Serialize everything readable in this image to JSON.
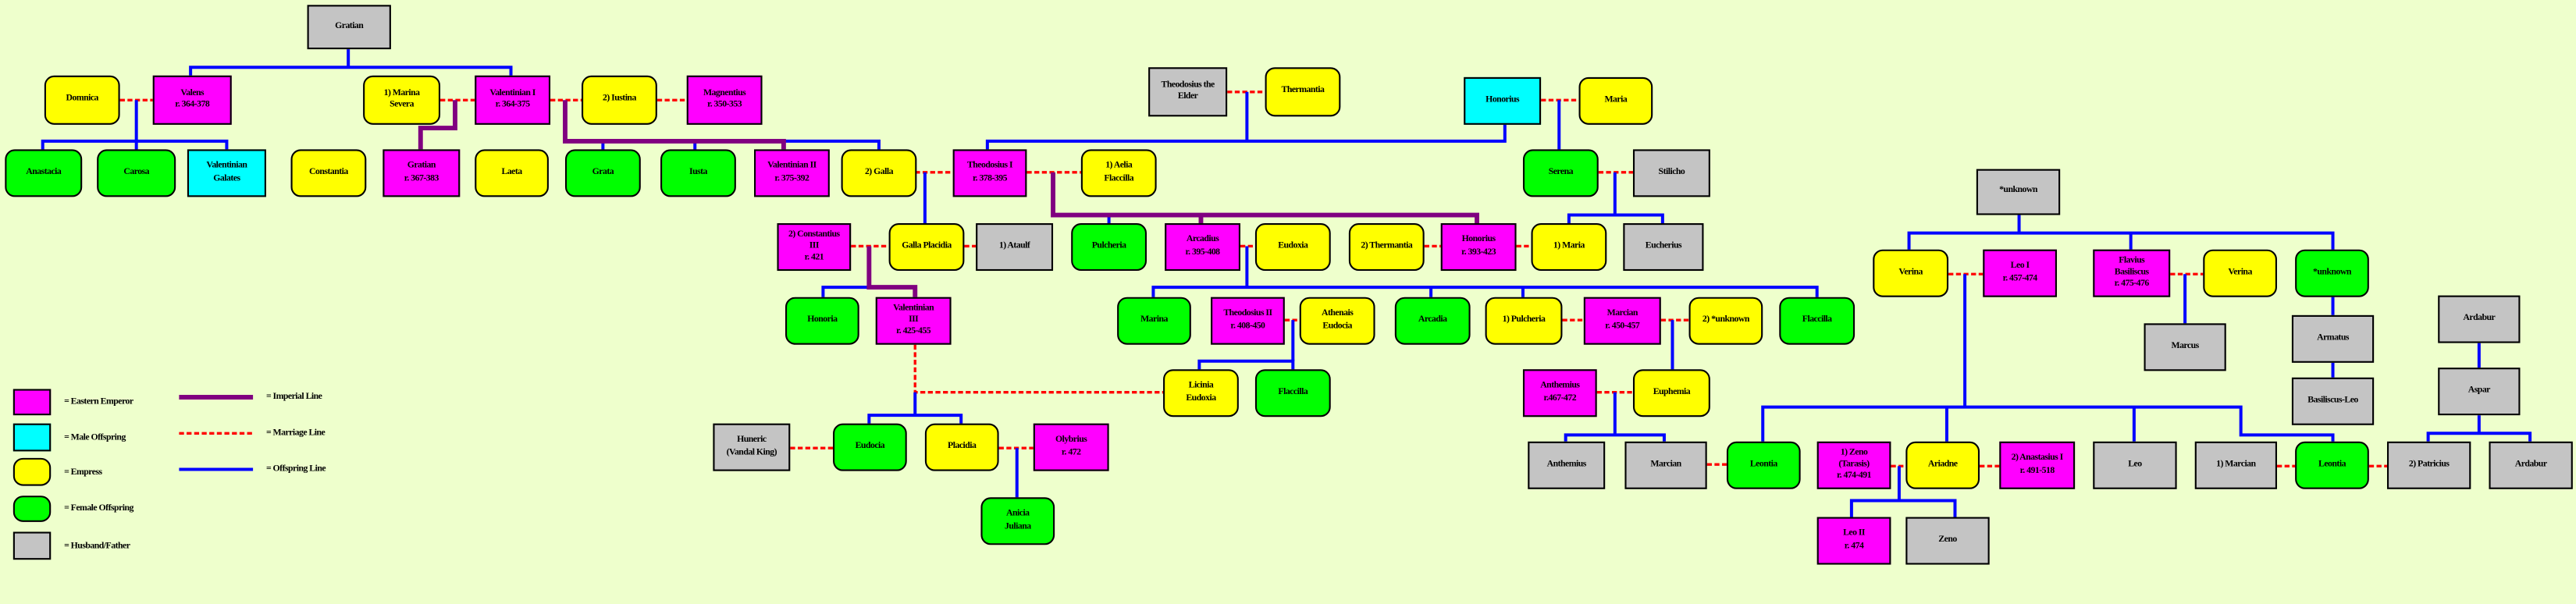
{
  "colors": {
    "emperor": "#ff00ff",
    "male": "#00ffff",
    "empress": "#ffff00",
    "female": "#00ff00",
    "husband": "#c4c4c4",
    "imperial_line": "#800080",
    "marriage_line": "#ff0000",
    "offspring_line": "#0000ff",
    "background": "#eeffcc"
  },
  "nodes": [
    {
      "id": "gratian_top",
      "type": "husband",
      "lines": [
        "Gratian"
      ]
    },
    {
      "id": "domnica",
      "type": "empress",
      "lines": [
        "Domnica"
      ]
    },
    {
      "id": "valens",
      "type": "emperor",
      "lines": [
        "Valens",
        "r. 364-378"
      ]
    },
    {
      "id": "marina_severa",
      "type": "empress",
      "lines": [
        "1) Marina",
        "Severa"
      ]
    },
    {
      "id": "valentinian1",
      "type": "emperor",
      "lines": [
        "Valentinian I",
        "r. 364-375"
      ]
    },
    {
      "id": "iustina",
      "type": "empress",
      "lines": [
        "2) Iustina"
      ]
    },
    {
      "id": "magnentius",
      "type": "emperor",
      "lines": [
        "Magnentius",
        "r. 350-353"
      ]
    },
    {
      "id": "theodosius_elder",
      "type": "husband",
      "lines": [
        "Theodosius the",
        "Elder"
      ]
    },
    {
      "id": "thermantia_top",
      "type": "empress",
      "lines": [
        "Thermantia"
      ]
    },
    {
      "id": "honorius_male",
      "type": "male",
      "lines": [
        "Honorius"
      ]
    },
    {
      "id": "maria_top",
      "type": "empress",
      "lines": [
        "Maria"
      ]
    },
    {
      "id": "anastacia",
      "type": "female",
      "lines": [
        "Anastacia"
      ]
    },
    {
      "id": "carosa",
      "type": "female",
      "lines": [
        "Carosa"
      ]
    },
    {
      "id": "valentinian_galates",
      "type": "male",
      "lines": [
        "Valentinian",
        "Galates"
      ]
    },
    {
      "id": "constantia",
      "type": "empress",
      "lines": [
        "Constantia"
      ]
    },
    {
      "id": "gratian_emp",
      "type": "emperor",
      "lines": [
        "Gratian",
        "r. 367-383"
      ]
    },
    {
      "id": "laeta",
      "type": "empress",
      "lines": [
        "Laeta"
      ]
    },
    {
      "id": "grata",
      "type": "female",
      "lines": [
        "Grata"
      ]
    },
    {
      "id": "iusta",
      "type": "female",
      "lines": [
        "Iusta"
      ]
    },
    {
      "id": "valentinian2",
      "type": "emperor",
      "lines": [
        "Valentinian II",
        "r. 375-392"
      ]
    },
    {
      "id": "galla",
      "type": "empress",
      "lines": [
        "2) Galla"
      ]
    },
    {
      "id": "theodosius1",
      "type": "emperor",
      "lines": [
        "Theodosius I",
        "r. 378-395"
      ]
    },
    {
      "id": "aelia",
      "type": "empress",
      "lines": [
        "1) Aelia",
        "Flaccilla"
      ]
    },
    {
      "id": "serena",
      "type": "female",
      "lines": [
        "Serena"
      ]
    },
    {
      "id": "stilicho",
      "type": "husband",
      "lines": [
        "Stilicho"
      ]
    },
    {
      "id": "constantius3",
      "type": "emperor",
      "lines": [
        "2) Constantius",
        "III",
        "r. 421"
      ]
    },
    {
      "id": "galla_placidia",
      "type": "empress",
      "lines": [
        "Galla Placidia"
      ]
    },
    {
      "id": "ataulf",
      "type": "husband",
      "lines": [
        "1) Ataulf"
      ]
    },
    {
      "id": "pulcheria_a",
      "type": "female",
      "lines": [
        "Pulcheria"
      ]
    },
    {
      "id": "arcadius",
      "type": "emperor",
      "lines": [
        "Arcadius",
        "r. 395-408"
      ]
    },
    {
      "id": "eudoxia",
      "type": "empress",
      "lines": [
        "Eudoxia"
      ]
    },
    {
      "id": "thermantia2",
      "type": "empress",
      "lines": [
        "2) Thermantia"
      ]
    },
    {
      "id": "honorius_emp",
      "type": "emperor",
      "lines": [
        "Honorius",
        "r. 393-423"
      ]
    },
    {
      "id": "maria1",
      "type": "empress",
      "lines": [
        "1) Maria"
      ]
    },
    {
      "id": "eucherius",
      "type": "husband",
      "lines": [
        "Eucherius"
      ]
    },
    {
      "id": "unknown_top",
      "type": "husband",
      "lines": [
        "*unknown"
      ]
    },
    {
      "id": "honoria",
      "type": "female",
      "lines": [
        "Honoria"
      ]
    },
    {
      "id": "valentinian3",
      "type": "emperor",
      "lines": [
        "Valentinian",
        "III",
        "r. 425-455"
      ]
    },
    {
      "id": "marina",
      "type": "female",
      "lines": [
        "Marina"
      ]
    },
    {
      "id": "theodosius2",
      "type": "emperor",
      "lines": [
        "Theodosius II",
        "r. 408-450"
      ]
    },
    {
      "id": "athenais",
      "type": "empress",
      "lines": [
        "Athenais",
        "Eudocia"
      ]
    },
    {
      "id": "arcadia",
      "type": "female",
      "lines": [
        "Arcadia"
      ]
    },
    {
      "id": "pulcheria1",
      "type": "empress",
      "lines": [
        "1) Pulcheria"
      ]
    },
    {
      "id": "marcian_emp",
      "type": "emperor",
      "lines": [
        "Marcian",
        "r. 450-457"
      ]
    },
    {
      "id": "unknown2",
      "type": "empress",
      "lines": [
        "2) *unknown"
      ]
    },
    {
      "id": "flaccilla_a",
      "type": "female",
      "lines": [
        "Flaccilla"
      ]
    },
    {
      "id": "verina1",
      "type": "empress",
      "lines": [
        "Verina"
      ]
    },
    {
      "id": "leo1",
      "type": "emperor",
      "lines": [
        "Leo I",
        "r. 457-474"
      ]
    },
    {
      "id": "basiliscus",
      "type": "emperor",
      "lines": [
        "Flavius",
        "Basiliscus",
        "r. 475-476"
      ]
    },
    {
      "id": "verina2",
      "type": "empress",
      "lines": [
        "Verina"
      ]
    },
    {
      "id": "unknown_green",
      "type": "female",
      "lines": [
        "*unknown"
      ]
    },
    {
      "id": "licinia",
      "type": "empress",
      "lines": [
        "Licinia",
        "Eudoxia"
      ]
    },
    {
      "id": "flaccilla_b",
      "type": "female",
      "lines": [
        "Flaccilla"
      ]
    },
    {
      "id": "anthemius_emp",
      "type": "emperor",
      "lines": [
        "Anthemius",
        "r.467-472"
      ]
    },
    {
      "id": "euphemia",
      "type": "empress",
      "lines": [
        "Euphemia"
      ]
    },
    {
      "id": "marcus",
      "type": "husband",
      "lines": [
        "Marcus"
      ]
    },
    {
      "id": "armatus",
      "type": "husband",
      "lines": [
        "Armatus"
      ]
    },
    {
      "id": "ardabur_top",
      "type": "husband",
      "lines": [
        "Ardabur"
      ]
    },
    {
      "id": "basiliscus_leo",
      "type": "husband",
      "lines": [
        "Basiliscus-Leo"
      ]
    },
    {
      "id": "aspar",
      "type": "husband",
      "lines": [
        "Aspar"
      ]
    },
    {
      "id": "huneric",
      "type": "husband",
      "lines": [
        "Huneric",
        "(Vandal King)"
      ]
    },
    {
      "id": "eudocia",
      "type": "female",
      "lines": [
        "Eudocia"
      ]
    },
    {
      "id": "placidia",
      "type": "empress",
      "lines": [
        "Placidia"
      ]
    },
    {
      "id": "olybrius",
      "type": "emperor",
      "lines": [
        "Olybrius",
        "r. 472"
      ]
    },
    {
      "id": "anthemius",
      "type": "husband",
      "lines": [
        "Anthemius"
      ]
    },
    {
      "id": "marcian_gray",
      "type": "husband",
      "lines": [
        "Marcian"
      ]
    },
    {
      "id": "leontia1",
      "type": "female",
      "lines": [
        "Leontia"
      ]
    },
    {
      "id": "zeno1",
      "type": "emperor",
      "lines": [
        "1) Zeno",
        "(Tarasis)",
        "r. 474-491"
      ]
    },
    {
      "id": "ariadne",
      "type": "empress",
      "lines": [
        "Ariadne"
      ]
    },
    {
      "id": "anastasius1",
      "type": "emperor",
      "lines": [
        "2) Anastasius I",
        "r. 491-518"
      ]
    },
    {
      "id": "leo",
      "type": "husband",
      "lines": [
        "Leo"
      ]
    },
    {
      "id": "marcian1",
      "type": "husband",
      "lines": [
        "1) Marcian"
      ]
    },
    {
      "id": "leontia2",
      "type": "female",
      "lines": [
        "Leontia"
      ]
    },
    {
      "id": "patricius",
      "type": "husband",
      "lines": [
        "2) Patricius"
      ]
    },
    {
      "id": "ardabur",
      "type": "husband",
      "lines": [
        "Ardabur"
      ]
    },
    {
      "id": "anicia",
      "type": "female",
      "lines": [
        "Anicia",
        "Juliana"
      ]
    },
    {
      "id": "leo2",
      "type": "emperor",
      "lines": [
        "Leo II",
        "r. 474"
      ]
    },
    {
      "id": "zeno",
      "type": "husband",
      "lines": [
        "Zeno"
      ]
    }
  ],
  "legend": {
    "boxes": [
      {
        "type": "emperor",
        "label": "= Eastern Emperor"
      },
      {
        "type": "male",
        "label": "= Male Offspring"
      },
      {
        "type": "empress",
        "label": "= Empress"
      },
      {
        "type": "female",
        "label": "= Female Offspring"
      },
      {
        "type": "husband",
        "label": "= Husband/Father"
      }
    ],
    "lines": [
      {
        "type": "imperial",
        "label": "= Imperial Line"
      },
      {
        "type": "marriage",
        "label": "= Marriage Line"
      },
      {
        "type": "offspring",
        "label": "= Offspring Line"
      }
    ]
  }
}
